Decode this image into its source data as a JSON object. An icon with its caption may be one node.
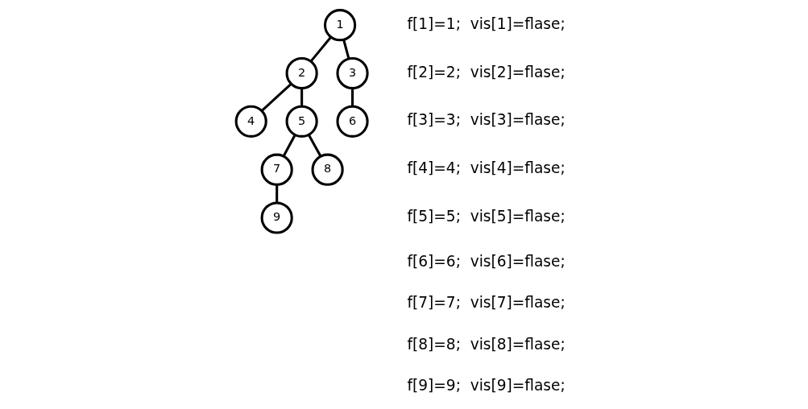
{
  "diagram": {
    "nodes": [
      {
        "text": [
          "1"
        ]
      },
      {
        "text": [
          "2"
        ]
      },
      {
        "text": [
          "3"
        ]
      },
      {
        "text": [
          "4"
        ]
      },
      {
        "text": [
          "5"
        ]
      },
      {
        "text": [
          "6"
        ]
      },
      {
        "text": [
          "7"
        ]
      },
      {
        "text": [
          "8"
        ]
      },
      {
        "text": [
          "9"
        ]
      }
    ],
    "edges": [
      {
        "from": 0,
        "to": 1,
        "arrow": "none"
      },
      {
        "from": 0,
        "to": 2,
        "arrow": "none"
      },
      {
        "from": 1,
        "to": 3,
        "arrow": "none"
      },
      {
        "from": 1,
        "to": 4,
        "arrow": "none"
      },
      {
        "from": 2,
        "to": 5,
        "arrow": "none"
      },
      {
        "from": 4,
        "to": 6,
        "arrow": "none"
      },
      {
        "from": 4,
        "to": 7,
        "arrow": "none"
      },
      {
        "from": 6,
        "to": 8,
        "arrow": "none"
      }
    ],
    "labels": [
      "f[1]=1;  vis[1]=flase;",
      "f[2]=2;  vis[2]=flase;",
      "f[3]=3;  vis[3]=flase;",
      "f[4]=4;  vis[4]=flase;",
      "f[5]=5;  vis[5]=flase;",
      "f[6]=6;  vis[6]=flase;",
      "f[7]=7;  vis[7]=flase;",
      "f[8]=8;  vis[8]=flase;",
      "f[9]=9;  vis[9]=flase;"
    ]
  }
}
